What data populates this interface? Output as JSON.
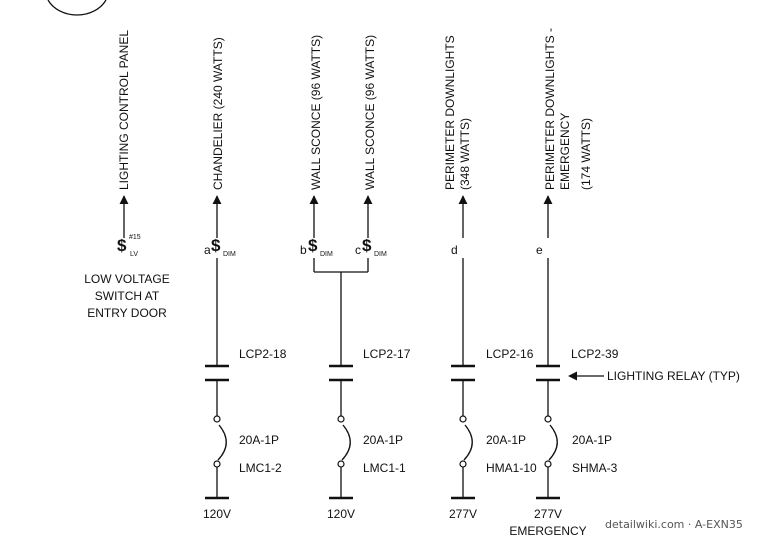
{
  "loads": {
    "lcp": "LIGHTING CONTROL PANEL",
    "chandelier": "CHANDELIER (240 WATTS)",
    "sconce_b": "WALL SCONCE (96 WATTS)",
    "sconce_c": "WALL SCONCE (96 WATTS)",
    "perimeter_1": "PERIMETER  DOWNLIGHTS",
    "perimeter_2": "(348 WATTS)",
    "emergency_1": "PERIMETER DOWNLIGHTS -",
    "emergency_2": "EMERGENCY",
    "emergency_3": "(174 WATTS)"
  },
  "switches": {
    "symbol": "$",
    "lv_sup": "#15",
    "lv_sub": "LV",
    "dim_sub": "DIM",
    "a": "a",
    "b": "b",
    "c": "c",
    "d": "d",
    "e": "e"
  },
  "lv_note": [
    "LOW VOLTAGE",
    "SWITCH AT",
    "ENTRY DOOR"
  ],
  "circuits": {
    "c1": {
      "relay": "LCP2-18",
      "breaker": "20A-1P",
      "source": "LMC1-2",
      "voltage": "120V"
    },
    "c2": {
      "relay": "LCP2-17",
      "breaker": "20A-1P",
      "source": "LMC1-1",
      "voltage": "120V"
    },
    "c3": {
      "relay": "LCP2-16",
      "breaker": "20A-1P",
      "source": "HMA1-10",
      "voltage": "277V"
    },
    "c4": {
      "relay": "LCP2-39",
      "breaker": "20A-1P",
      "source": "SHMA-3",
      "voltage": "277V",
      "voltage_note": "EMERGENCY"
    }
  },
  "callout": "LIGHTING RELAY (TYP)",
  "watermark": "detailwiki.com · A-EXN35"
}
